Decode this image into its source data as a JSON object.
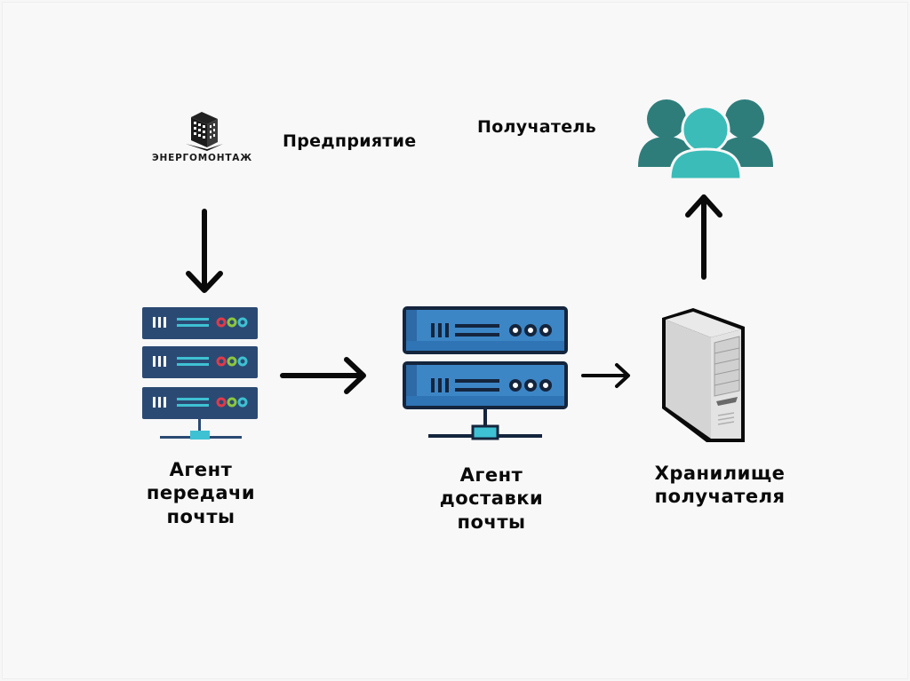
{
  "diagram": {
    "enterprise": {
      "logo_text": "ЭНЕРГОМОНТАЖ",
      "label": "Предприятие"
    },
    "recipient": {
      "label": "Получатель",
      "icon": "users-group-icon"
    },
    "nodes": [
      {
        "id": "mta",
        "lines": [
          "Агент",
          "передачи",
          "почты"
        ],
        "icon": "server-rack-icon"
      },
      {
        "id": "mda",
        "lines": [
          "Агент",
          "доставки",
          "почты"
        ],
        "icon": "server-rack-icon"
      },
      {
        "id": "store",
        "lines": [
          "Хранилище",
          "получателя"
        ],
        "icon": "tower-server-icon"
      }
    ],
    "edges": [
      {
        "from": "enterprise",
        "to": "mta",
        "direction": "down"
      },
      {
        "from": "mta",
        "to": "mda",
        "direction": "right"
      },
      {
        "from": "mda",
        "to": "store",
        "direction": "right"
      },
      {
        "from": "store",
        "to": "recipient",
        "direction": "up"
      }
    ],
    "colors": {
      "rack_dark": "#2b4a73",
      "rack_light": "#3d86c6",
      "teal": "#3bbcb8",
      "teal_dark": "#2e7d7b",
      "led_red": "#e03a4a",
      "led_green": "#8cc63f",
      "led_cyan": "#3ec1d3"
    }
  }
}
